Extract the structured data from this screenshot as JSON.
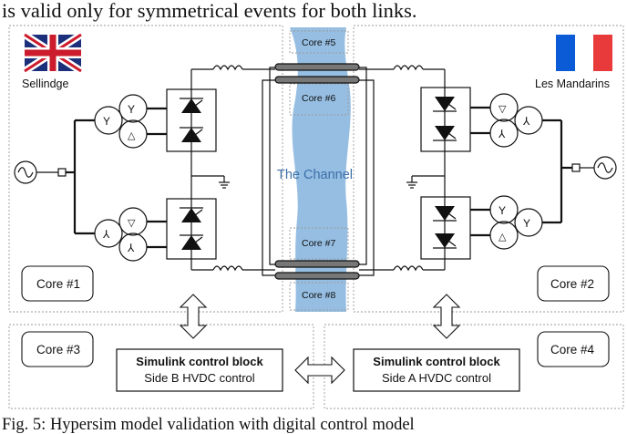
{
  "header_text": "is valid only for symmetrical events for both links.",
  "caption": "Fig. 5: Hypersim model validation with digital control model",
  "sites": {
    "left": "Sellindge",
    "right": "Les Mandarins"
  },
  "channel_label": "The Channel",
  "cores": {
    "core1": "Core #1",
    "core2": "Core #2",
    "core3": "Core #3",
    "core4": "Core #4",
    "core5": "Core #5",
    "core6": "Core #6",
    "core7": "Core #7",
    "core8": "Core #8"
  },
  "control_blocks": {
    "left": {
      "title": "Simulink control block",
      "subtitle": "Side B HVDC control"
    },
    "right": {
      "title": "Simulink control block",
      "subtitle": "Side A HVDC control"
    }
  },
  "transformer_symbols": {
    "wye": "Y",
    "delta": "△",
    "delta_inv": "▽",
    "wye_inv": "⅄"
  },
  "colors": {
    "channel_blue": "#8db8e0",
    "channel_text": "#3c6fa8",
    "flag_blue": "#0b5bd6",
    "flag_red": "#e83a3a",
    "uk_blue": "#1b2f7a",
    "uk_red": "#cc1b2c",
    "dashed_border": "#9a9a9a"
  }
}
